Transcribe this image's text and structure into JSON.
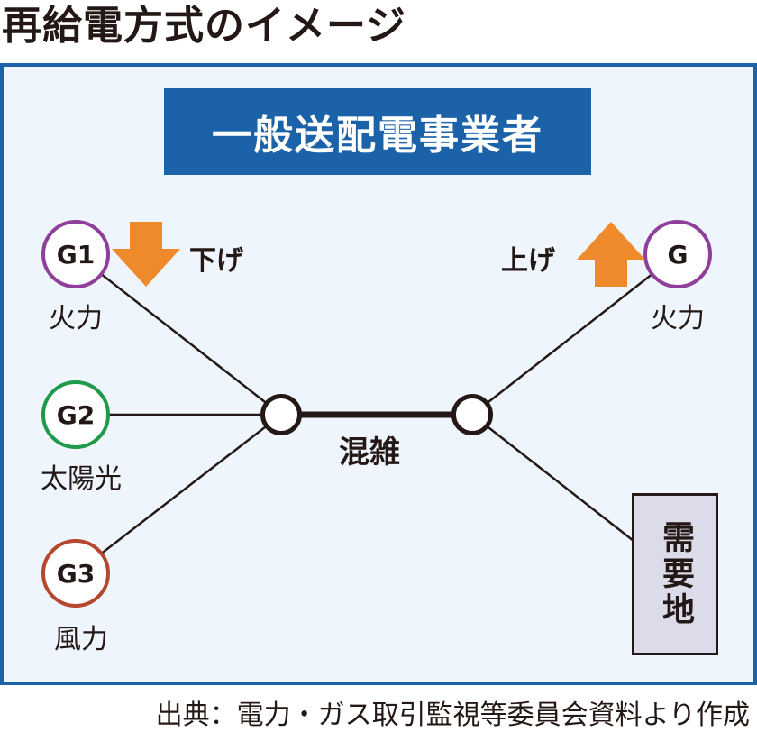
{
  "title": "再給電方式のイメージ",
  "operator": "一般送配電事業者",
  "generators": [
    {
      "id": "G1",
      "type": "火力",
      "color": "#8e3f9a"
    },
    {
      "id": "G2",
      "type": "太陽光",
      "color": "#1f9a4a"
    },
    {
      "id": "G3",
      "type": "風力",
      "color": "#b5472e"
    },
    {
      "id": "G",
      "type": "火力",
      "color": "#8e3f9a"
    }
  ],
  "actions": {
    "down": "下げ",
    "up": "上げ"
  },
  "congestion": "混雑",
  "demand": "需要地",
  "source": "出典：電力・ガス取引監視等委員会資料より作成",
  "colors": {
    "frame": "#1b62a8",
    "panel": "#eef5fc",
    "arrow": "#ee8a2c",
    "demand_bg": "#dcdbea"
  }
}
